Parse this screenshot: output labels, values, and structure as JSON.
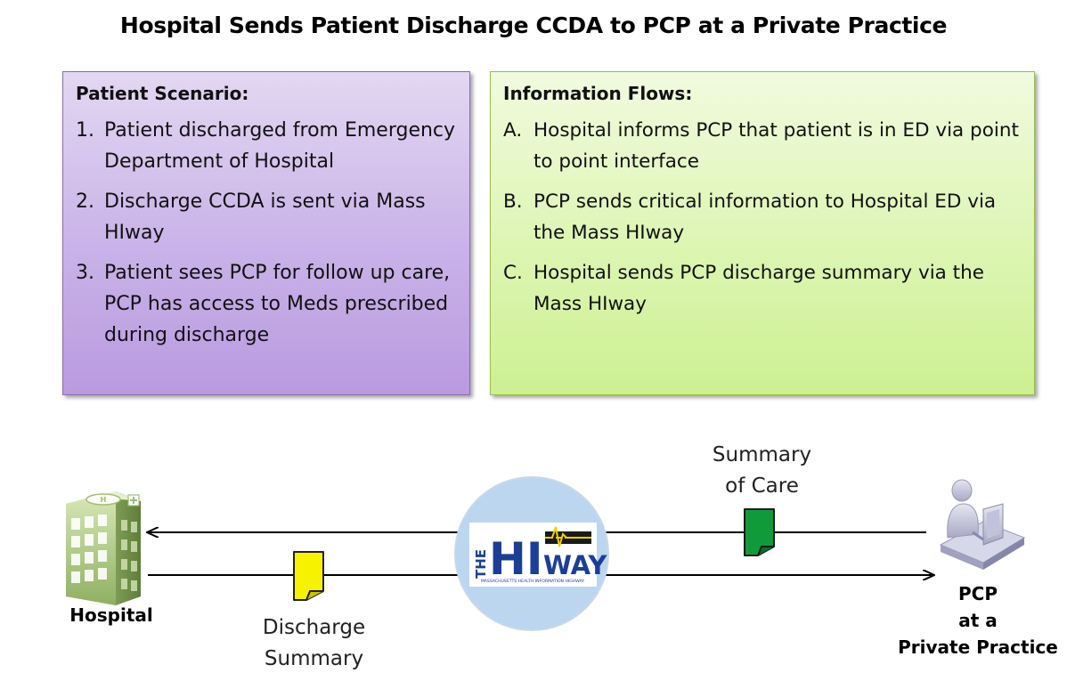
{
  "title": "Hospital Sends Patient Discharge CCDA to PCP at a Private Practice",
  "scenario": {
    "heading": "Patient Scenario:",
    "items": [
      {
        "marker": "1.",
        "text": "Patient discharged from Emergency Department of Hospital"
      },
      {
        "marker": "2.",
        "text": "Discharge CCDA is sent via Mass HIway"
      },
      {
        "marker": "3.",
        "text": "Patient sees PCP for follow up care, PCP has access to Meds prescribed during discharge"
      }
    ]
  },
  "flows": {
    "heading": "Information Flows:",
    "items": [
      {
        "marker": "A.",
        "text": "Hospital informs PCP that patient is in ED via point to point interface"
      },
      {
        "marker": "B.",
        "text": "PCP sends critical information to Hospital ED via the Mass HIway"
      },
      {
        "marker": "C.",
        "text": "Hospital sends PCP discharge summary via the Mass HIway"
      }
    ]
  },
  "diagram": {
    "hospital_label": "Hospital",
    "pcp_label_lines": [
      "PCP",
      "at a",
      "Private Practice"
    ],
    "discharge_label_lines": [
      "Discharge",
      "Summary"
    ],
    "summary_label_lines": [
      "Summary",
      "of Care"
    ],
    "logo": {
      "the": "THE",
      "hi": "HI",
      "way": "WAY",
      "tagline": "MASSACHUSETTS HEALTH INFORMATION HIGHWAY"
    },
    "hospital_sign": "H"
  },
  "colors": {
    "scenario_border": "#8a6ab3",
    "flows_border": "#90c050",
    "discharge_doc": "#f7f200",
    "summary_doc": "#119a3a",
    "hub_circle": "#bcd6f0",
    "logo_blue": "#1c3f95"
  },
  "icons": [
    "hospital-building-icon",
    "pcp-computer-user-icon",
    "discharge-document-icon",
    "summary-document-icon",
    "hiway-logo"
  ]
}
